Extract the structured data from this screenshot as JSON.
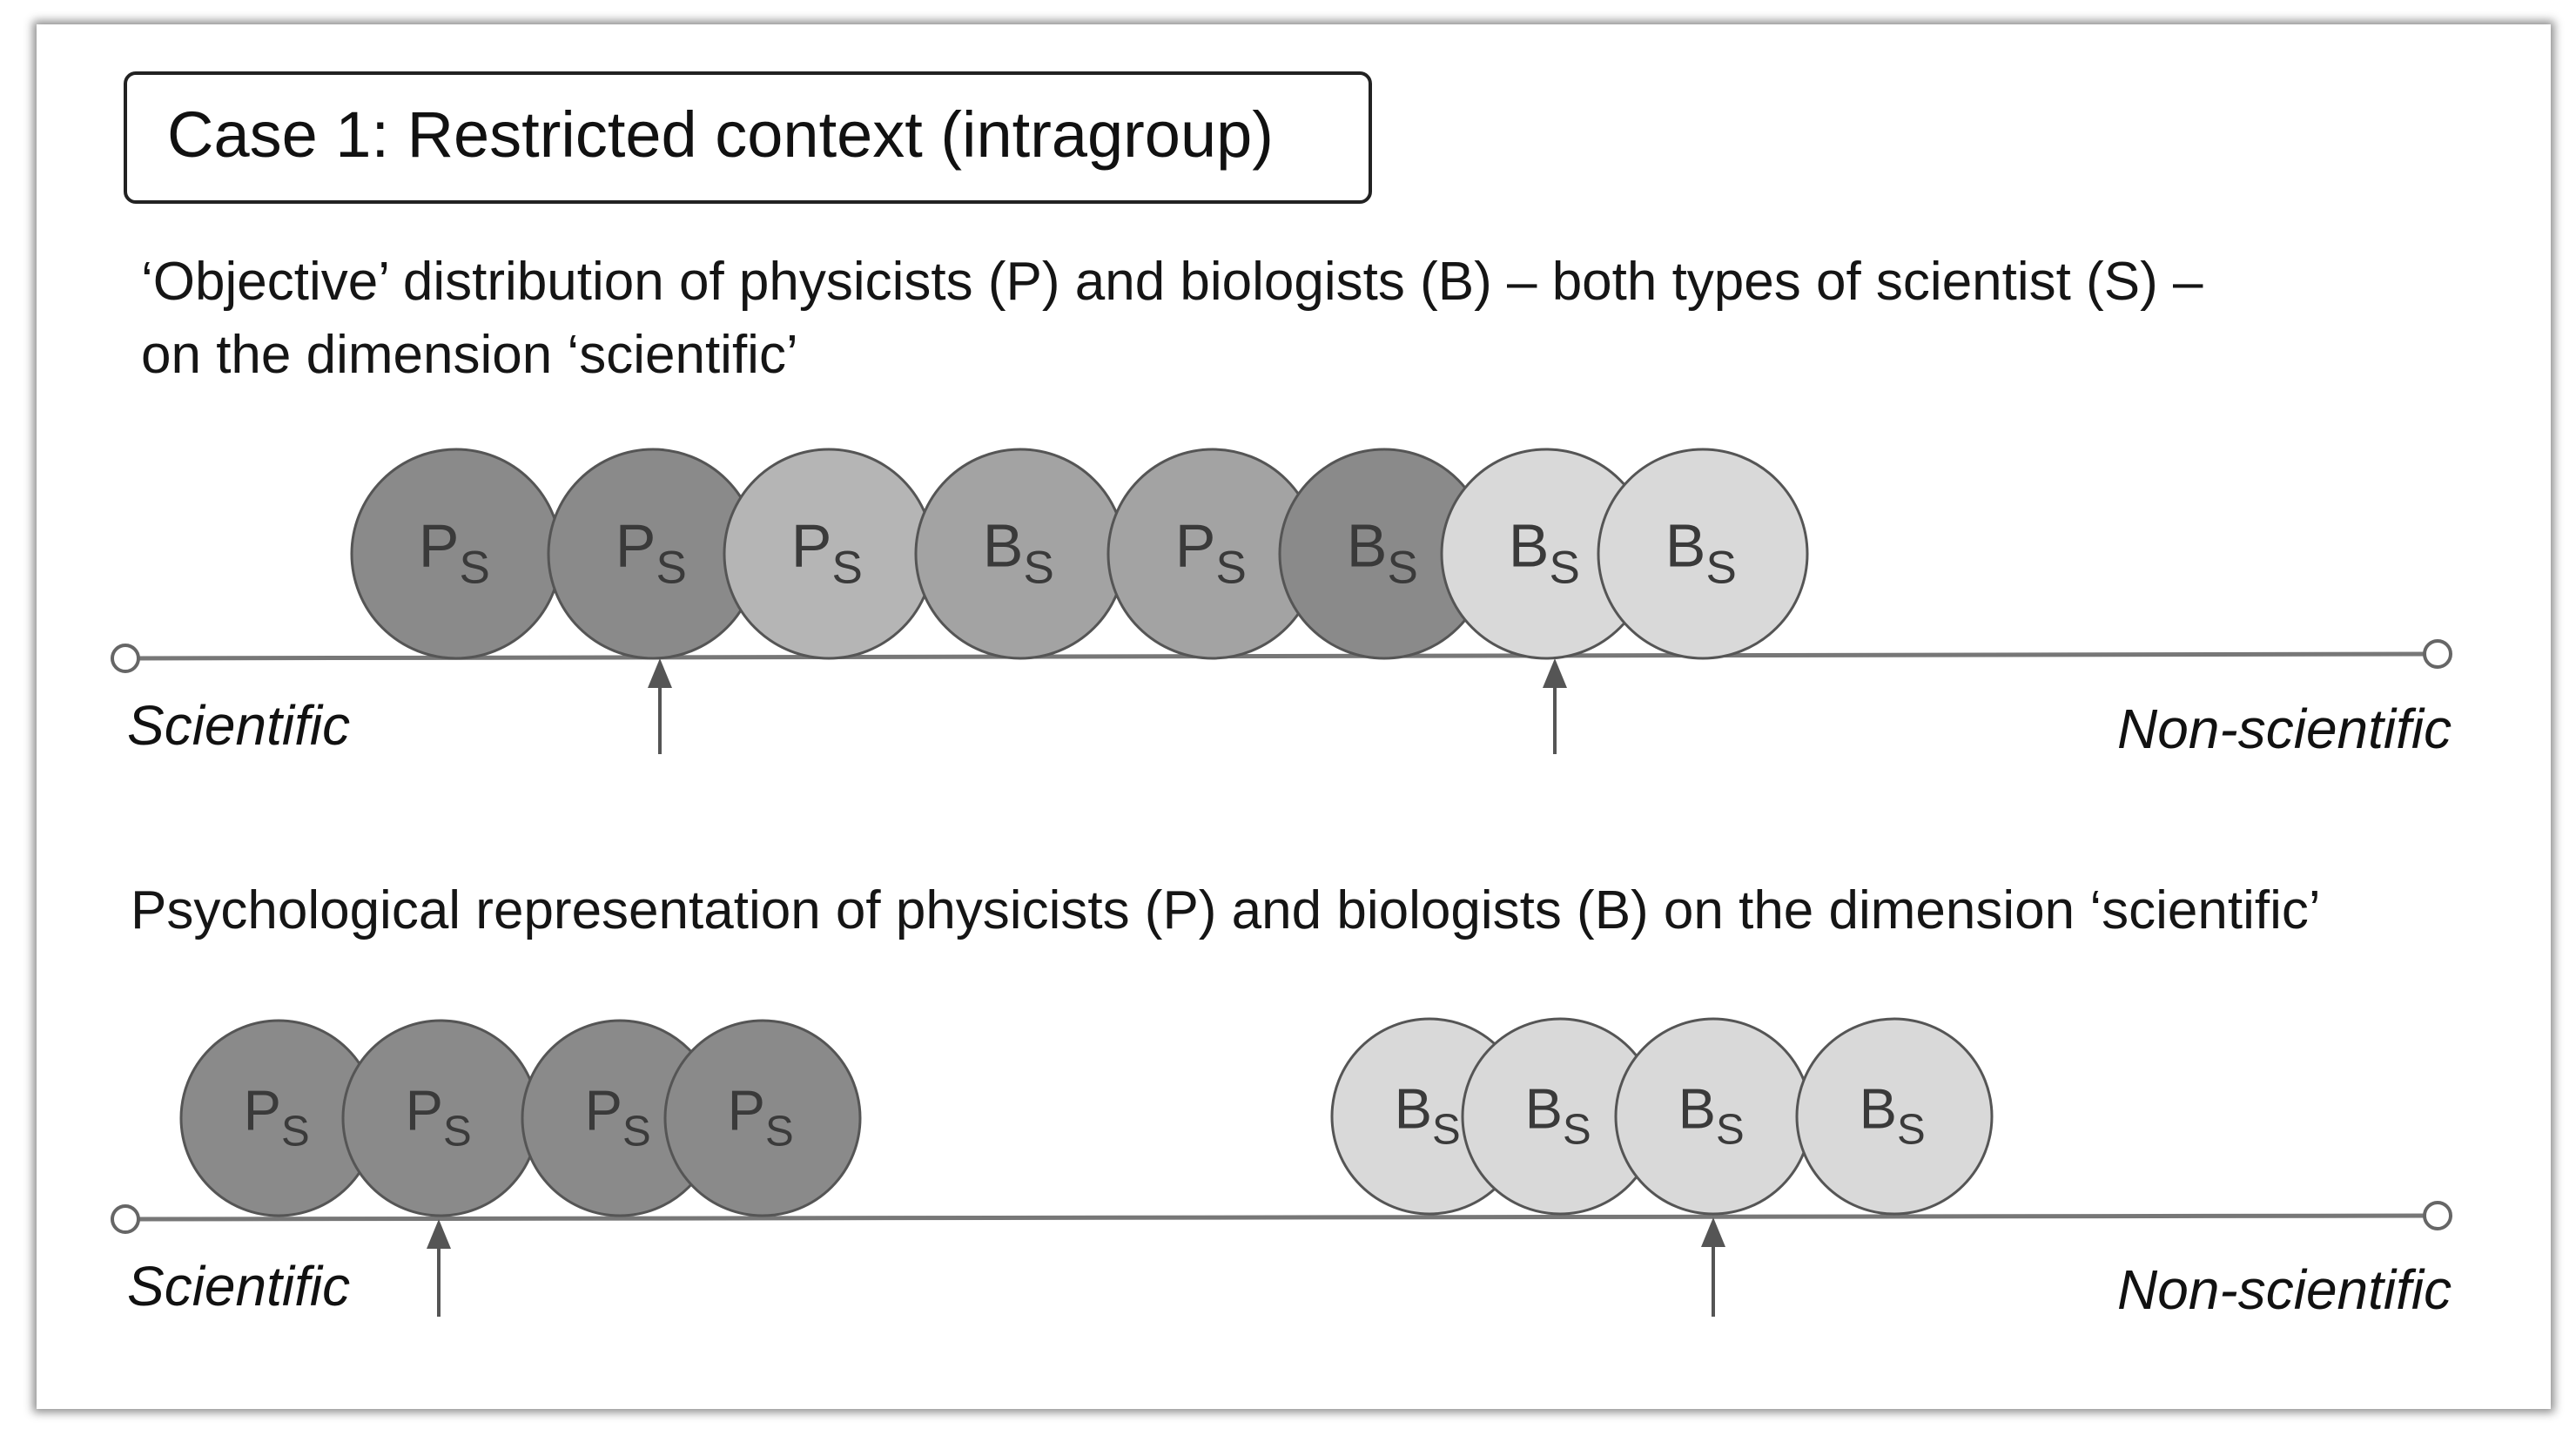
{
  "title": "Case 1: Restricted context (intragroup)",
  "objective_caption_line1": "‘Objective’ distribution of physicists (P) and biologists (B) – both types of scientist (S) –",
  "objective_caption_line2": "on the dimension ‘scientific’",
  "psychological_caption": "Psychological representation of physicists (P) and biologists (B) on the dimension ‘scientific’",
  "axis_left_label": "Scientific",
  "axis_right_label": "Non-scientific",
  "subscript": "S",
  "colors": {
    "physicist_dark": "#8a8a8a",
    "physicist_mid": "#a3a3a3",
    "biologist_mid": "#b5b5b5",
    "biologist_light": "#d9d9d9",
    "outline": "#555555",
    "axis": "#777777"
  },
  "objective_row": [
    "P",
    "P",
    "P",
    "B",
    "P",
    "B",
    "B",
    "B"
  ],
  "psychological_row_left": [
    "P",
    "P",
    "P",
    "P"
  ],
  "psychological_row_right": [
    "B",
    "B",
    "B",
    "B"
  ]
}
